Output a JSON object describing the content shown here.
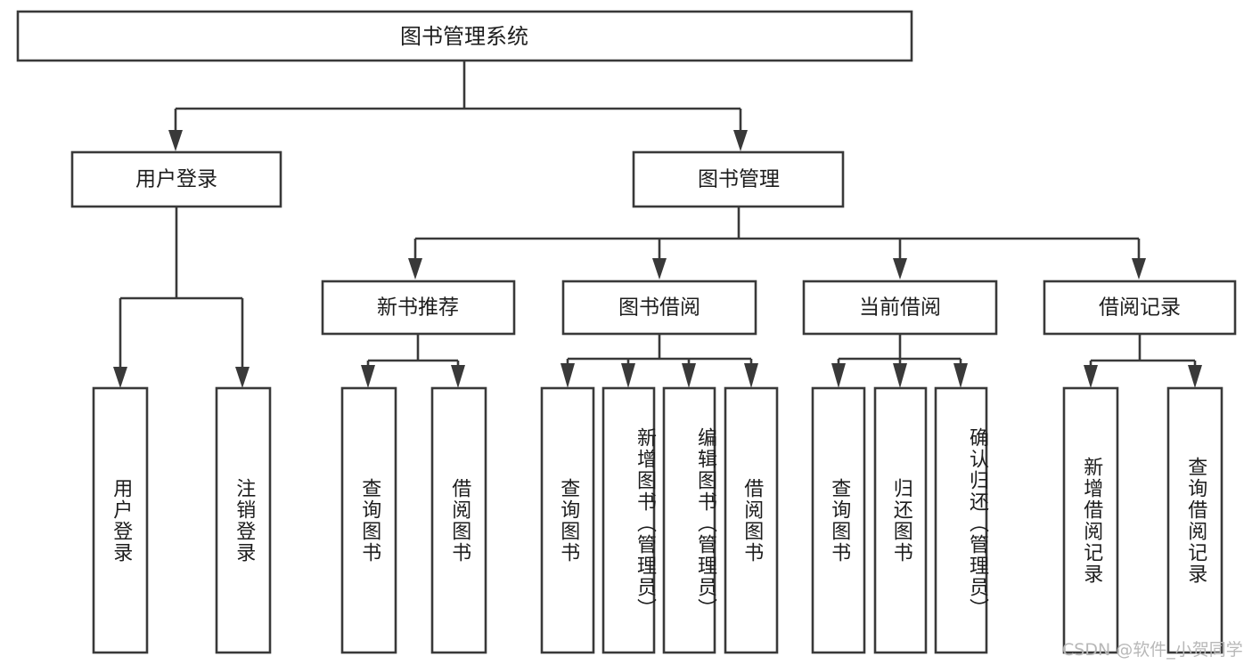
{
  "diagram": {
    "type": "tree-hierarchy",
    "title": "图书管理系统",
    "root": {
      "label": "图书管理系统",
      "level": 0
    },
    "level1": [
      {
        "label": "用户登录"
      },
      {
        "label": "图书管理"
      }
    ],
    "level2": [
      {
        "label": "新书推荐",
        "parent": "图书管理"
      },
      {
        "label": "图书借阅",
        "parent": "图书管理"
      },
      {
        "label": "当前借阅",
        "parent": "图书管理"
      },
      {
        "label": "借阅记录",
        "parent": "图书管理"
      }
    ],
    "leaves": {
      "用户登录": [
        {
          "label": "用户登录"
        },
        {
          "label": "注销登录"
        }
      ],
      "新书推荐": [
        {
          "label": "查询图书"
        },
        {
          "label": "借阅图书"
        }
      ],
      "图书借阅": [
        {
          "label": "查询图书"
        },
        {
          "label": "新增图书（管理员）"
        },
        {
          "label": "编辑图书（管理员）"
        },
        {
          "label": "借阅图书"
        }
      ],
      "当前借阅": [
        {
          "label": "查询图书"
        },
        {
          "label": "归还图书"
        },
        {
          "label": "确认归还（管理员）"
        }
      ],
      "借阅记录": [
        {
          "label": "新增借阅记录"
        },
        {
          "label": "查询借阅记录"
        }
      ]
    },
    "colors": {
      "stroke": "#393939",
      "fill": "#ffffff",
      "text": "#1d1d1d",
      "watermark": "#b8b8b8"
    }
  },
  "watermark": {
    "text": "CSDN @软件_小贺同学"
  }
}
